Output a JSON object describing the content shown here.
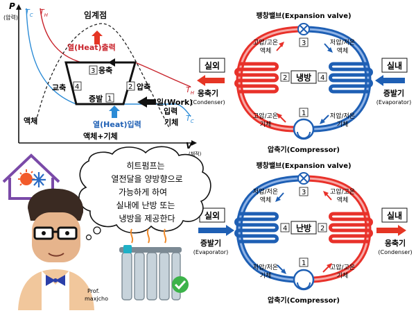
{
  "ph": {
    "p_axis": "P",
    "p_unit": "(압력)",
    "v_axis": "V",
    "v_unit": "(체적)",
    "tc_top": "T",
    "th_top": "T",
    "sub_c": "C",
    "sub_h": "H",
    "critical_point": "임계점",
    "heat_out": "열(Heat)출력",
    "condense_num": "3",
    "condense": "응축",
    "expand": "교축",
    "expand_num": "4",
    "compress_num": "2",
    "compress": "압축",
    "evaporate": "증발",
    "evaporate_num": "1",
    "work": "일(Work)",
    "work_in": "입력",
    "liquid": "액체",
    "heat_in": "열(Heat)입력",
    "gas": "기체",
    "mix": "액체+기체",
    "th_right": "T",
    "tc_right": "T"
  },
  "cooling": {
    "valve": "팽창밸브(Expansion valve)",
    "valve_num": "3",
    "hp_liquid_a": "고압/고온",
    "hp_liquid_b": "액체",
    "lp_liquid_a": "저압/저온",
    "lp_liquid_b": "액체",
    "outdoor": "실외",
    "indoor": "실내",
    "center": "냉방",
    "num2": "2",
    "num4": "4",
    "condenser_ko": "응축기",
    "condenser_en": "(Condenser)",
    "evaporator_ko": "증발기",
    "evaporator_en": "(Evaporator)",
    "num1": "1",
    "hp_gas_a": "고압/고온",
    "hp_gas_b": "기체",
    "lp_gas_a": "저압/저온",
    "lp_gas_b": "기체",
    "compressor": "압축기(Compressor)"
  },
  "heating": {
    "valve": "팽창밸브(Expansion valve)",
    "valve_num": "3",
    "lp_liquid_a": "저압/저온",
    "lp_liquid_b": "액체",
    "hp_liquid_a": "고압/고온",
    "hp_liquid_b": "액체",
    "outdoor": "실외",
    "indoor": "실내",
    "center": "난방",
    "num4": "4",
    "num2": "2",
    "evaporator_ko": "증발기",
    "evaporator_en": "(Evaporator)",
    "condenser_ko": "응축기",
    "condenser_en": "(Condenser)",
    "num1": "1",
    "lp_gas_a": "저압/저온",
    "lp_gas_b": "기체",
    "hp_gas_a": "고압/고온",
    "hp_gas_b": "기체",
    "compressor": "압축기(Compressor)"
  },
  "bubble": {
    "line1": "히트펌프는",
    "line2": "열전달을 양방향으로",
    "line3": "가능하게 하여",
    "line4": "실내에 난방 또는",
    "line5": "냉방을 제공한다"
  },
  "credit": {
    "line1": "Prof.",
    "line2": "maxjcho"
  },
  "colors": {
    "hot": "#e8312a",
    "cold": "#1e5fb4",
    "arrow_blue": "#2b6cc4",
    "arrow_red": "#e53524"
  }
}
